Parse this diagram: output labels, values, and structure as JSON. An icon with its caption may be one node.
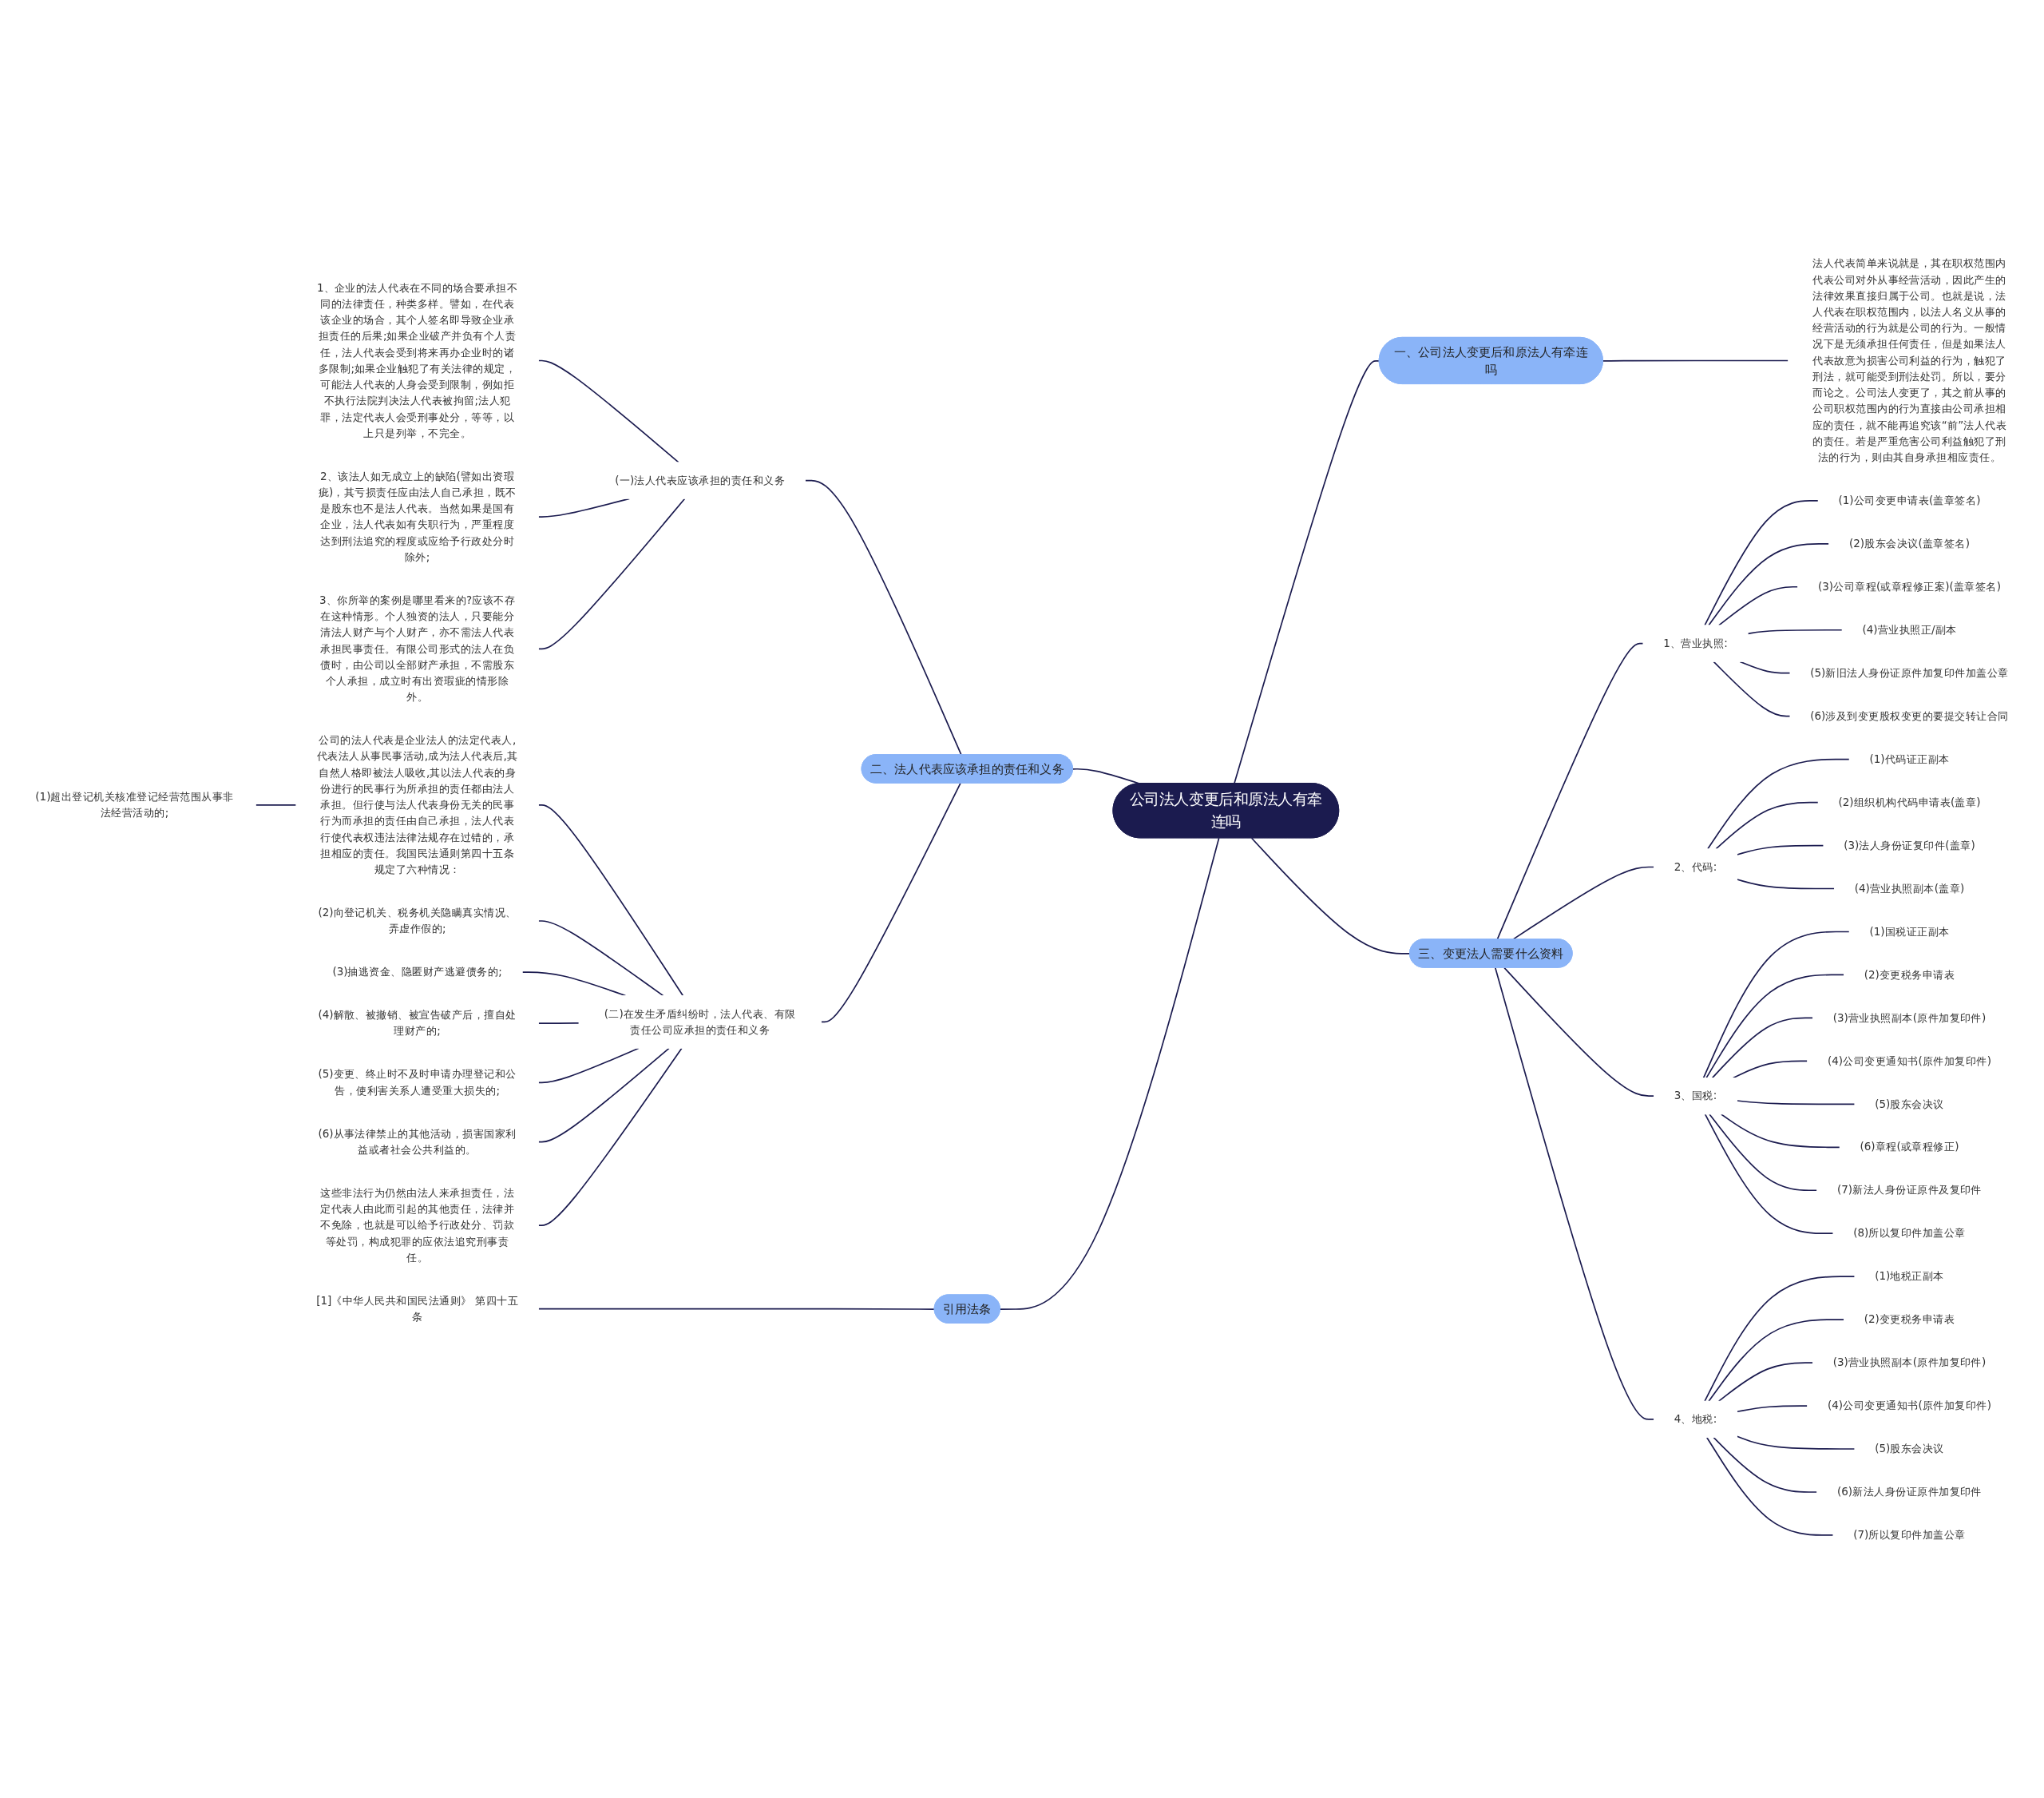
{
  "diagram": {
    "nodes": [
      {
        "text": [
          "公司法人变更后和原法人有牵连吗"
        ]
      },
      {
        "text": [
          "一、公司法人变更后和原法人有牵连吗"
        ]
      },
      {
        "text": [
          "法人代表简单来说就是，其在职权范围内代表公司对外从事经营活动，因此产生的法律效果直接归属于公司。也就是说，法人代表在职权范围内，以法人名义从事的经营活动的行为就是公司的行为。一般情况下是无须承担任何责任，但是如果法人代表故意为损害公司利益的行为，触犯了刑法，就可能受到刑法处罚。所以，要分而论之。公司法人变更了，其之前从事的公司职权范围内的行为直接由公司承担相应的责任，就不能再追究该“前”法人代表的责任。若是严重危害公司利益触犯了刑法的行为，则由其自身承担相应责任。"
        ]
      },
      {
        "text": [
          "二、法人代表应该承担的责任和义务"
        ]
      },
      {
        "text": [
          "(一)法人代表应该承担的责任和义务"
        ]
      },
      {
        "text": [
          "1、企业的法人代表在不同的场合要承担不同的法律责任，种类多样。譬如，在代表该企业的场合，其个人签名即导致企业承担责任的后果;如果企业破产并负有个人责任，法人代表会受到将来再办企业时的诸多限制;如果企业触犯了有关法律的规定，可能法人代表的人身会受到限制，例如拒不执行法院判决法人代表被拘留;法人犯罪，法定代表人会受刑事处分，等等，以上只是列举，不完全。"
        ]
      },
      {
        "text": [
          "2、该法人如无成立上的缺陷(譬如出资瑕疵)，其亏损责任应由法人自己承担，既不是股东也不是法人代表。当然如果是国有企业，法人代表如有失职行为，严重程度达到刑法追究的程度或应给予行政处分时除外;"
        ]
      },
      {
        "text": [
          "3、你所举的案例是哪里看来的?应该不存在这种情形。个人独资的法人，只要能分清法人财产与个人财产，亦不需法人代表承担民事责任。有限公司形式的法人在负债时，由公司以全部财产承担，不需股东个人承担，成立时有出资瑕疵的情形除外。"
        ]
      },
      {
        "text": [
          "(二)在发生矛盾纠纷时，法人代表、有限责任公司应承担的责任和义务"
        ]
      },
      {
        "text": [
          "公司的法人代表是企业法人的法定代表人,代表法人从事民事活动,成为法人代表后,其自然人格即被法人吸收,其以法人代表的身份进行的民事行为所承担的责任都由法人承担。但行使与法人代表身份无关的民事行为而承担的责任由自己承担，法人代表行使代表权违法法律法规存在过错的，承担相应的责任。我国民法通则第四十五条规定了六种情况："
        ]
      },
      {
        "text": [
          "(1)超出登记机关核准登记经营范围从事非法经营活动的;"
        ]
      },
      {
        "text": [
          "(2)向登记机关、税务机关隐瞒真实情况、弄虚作假的;"
        ]
      },
      {
        "text": [
          "(3)抽逃资金、隐匿财产逃避债务的;"
        ]
      },
      {
        "text": [
          "(4)解散、被撤销、被宣告破产后，擅自处理财产的;"
        ]
      },
      {
        "text": [
          "(5)变更、终止时不及时申请办理登记和公告，使利害关系人遭受重大损失的;"
        ]
      },
      {
        "text": [
          "(6)从事法律禁止的其他活动，损害国家利益或者社会公共利益的。"
        ]
      },
      {
        "text": [
          "这些非法行为仍然由法人来承担责任，法定代表人由此而引起的其他责任，法律并不免除，也就是可以给予行政处分、罚款等处罚，构成犯罪的应依法追究刑事责任。"
        ]
      },
      {
        "text": [
          "引用法条"
        ]
      },
      {
        "text": [
          "[1]《中华人民共和国民法通则》 第四十五条"
        ]
      },
      {
        "text": [
          "三、变更法人需要什么资料"
        ]
      },
      {
        "text": [
          "1、营业执照:"
        ]
      },
      {
        "text": [
          "(1)公司变更申请表(盖章签名)"
        ]
      },
      {
        "text": [
          "(2)股东会决议(盖章签名)"
        ]
      },
      {
        "text": [
          "(3)公司章程(或章程修正案)(盖章签名)"
        ]
      },
      {
        "text": [
          "(4)营业执照正/副本"
        ]
      },
      {
        "text": [
          "(5)新旧法人身份证原件加复印件加盖公章"
        ]
      },
      {
        "text": [
          "(6)涉及到变更股权变更的要提交转让合同"
        ]
      },
      {
        "text": [
          "2、代码:"
        ]
      },
      {
        "text": [
          "(1)代码证正副本"
        ]
      },
      {
        "text": [
          "(2)组织机构代码申请表(盖章)"
        ]
      },
      {
        "text": [
          "(3)法人身份证复印件(盖章)"
        ]
      },
      {
        "text": [
          "(4)营业执照副本(盖章)"
        ]
      },
      {
        "text": [
          "3、国税:"
        ]
      },
      {
        "text": [
          "(1)国税证正副本"
        ]
      },
      {
        "text": [
          "(2)变更税务申请表"
        ]
      },
      {
        "text": [
          "(3)营业执照副本(原件加复印件)"
        ]
      },
      {
        "text": [
          "(4)公司变更通知书(原件加复印件)"
        ]
      },
      {
        "text": [
          "(5)股东会决议"
        ]
      },
      {
        "text": [
          "(6)章程(或章程修正)"
        ]
      },
      {
        "text": [
          "(7)新法人身份证原件及复印件"
        ]
      },
      {
        "text": [
          "(8)所以复印件加盖公章"
        ]
      },
      {
        "text": [
          "4、地税:"
        ]
      },
      {
        "text": [
          "(1)地税正副本"
        ]
      },
      {
        "text": [
          "(2)变更税务申请表"
        ]
      },
      {
        "text": [
          "(3)营业执照副本(原件加复印件)"
        ]
      },
      {
        "text": [
          "(4)公司变更通知书(原件加复印件)"
        ]
      },
      {
        "text": [
          "(5)股东会决议"
        ]
      },
      {
        "text": [
          "(6)新法人身份证原件加复印件"
        ]
      },
      {
        "text": [
          "(7)所以复印件加盖公章"
        ]
      }
    ],
    "edges": [
      {
        "from": 0,
        "to": 1,
        "arrow": "none"
      },
      {
        "from": 1,
        "to": 2,
        "arrow": "none"
      },
      {
        "from": 3,
        "to": 0,
        "arrow": "none"
      },
      {
        "from": 4,
        "to": 3,
        "arrow": "none"
      },
      {
        "from": 5,
        "to": 4,
        "arrow": "none"
      },
      {
        "from": 6,
        "to": 4,
        "arrow": "none"
      },
      {
        "from": 7,
        "to": 4,
        "arrow": "none"
      },
      {
        "from": 8,
        "to": 3,
        "arrow": "none"
      },
      {
        "from": 9,
        "to": 8,
        "arrow": "none"
      },
      {
        "from": 10,
        "to": 9,
        "arrow": "none"
      },
      {
        "from": 11,
        "to": 8,
        "arrow": "none"
      },
      {
        "from": 12,
        "to": 8,
        "arrow": "none"
      },
      {
        "from": 13,
        "to": 8,
        "arrow": "none"
      },
      {
        "from": 14,
        "to": 8,
        "arrow": "none"
      },
      {
        "from": 15,
        "to": 8,
        "arrow": "none"
      },
      {
        "from": 16,
        "to": 8,
        "arrow": "none"
      },
      {
        "from": 17,
        "to": 0,
        "arrow": "none"
      },
      {
        "from": 18,
        "to": 17,
        "arrow": "none"
      },
      {
        "from": 0,
        "to": 19,
        "arrow": "none"
      },
      {
        "from": 19,
        "to": 20,
        "arrow": "none"
      },
      {
        "from": 20,
        "to": 21,
        "arrow": "none"
      },
      {
        "from": 20,
        "to": 22,
        "arrow": "none"
      },
      {
        "from": 20,
        "to": 23,
        "arrow": "none"
      },
      {
        "from": 20,
        "to": 24,
        "arrow": "none"
      },
      {
        "from": 20,
        "to": 25,
        "arrow": "none"
      },
      {
        "from": 20,
        "to": 26,
        "arrow": "none"
      },
      {
        "from": 19,
        "to": 27,
        "arrow": "none"
      },
      {
        "from": 27,
        "to": 28,
        "arrow": "none"
      },
      {
        "from": 27,
        "to": 29,
        "arrow": "none"
      },
      {
        "from": 27,
        "to": 30,
        "arrow": "none"
      },
      {
        "from": 27,
        "to": 31,
        "arrow": "none"
      },
      {
        "from": 19,
        "to": 32,
        "arrow": "none"
      },
      {
        "from": 32,
        "to": 33,
        "arrow": "none"
      },
      {
        "from": 32,
        "to": 34,
        "arrow": "none"
      },
      {
        "from": 32,
        "to": 35,
        "arrow": "none"
      },
      {
        "from": 32,
        "to": 36,
        "arrow": "none"
      },
      {
        "from": 32,
        "to": 37,
        "arrow": "none"
      },
      {
        "from": 32,
        "to": 38,
        "arrow": "none"
      },
      {
        "from": 32,
        "to": 39,
        "arrow": "none"
      },
      {
        "from": 32,
        "to": 40,
        "arrow": "none"
      },
      {
        "from": 19,
        "to": 41,
        "arrow": "none"
      },
      {
        "from": 41,
        "to": 42,
        "arrow": "none"
      },
      {
        "from": 41,
        "to": 43,
        "arrow": "none"
      },
      {
        "from": 41,
        "to": 44,
        "arrow": "none"
      },
      {
        "from": 41,
        "to": 45,
        "arrow": "none"
      },
      {
        "from": 41,
        "to": 46,
        "arrow": "none"
      },
      {
        "from": 41,
        "to": 47,
        "arrow": "none"
      },
      {
        "from": 41,
        "to": 48,
        "arrow": "none"
      }
    ]
  }
}
